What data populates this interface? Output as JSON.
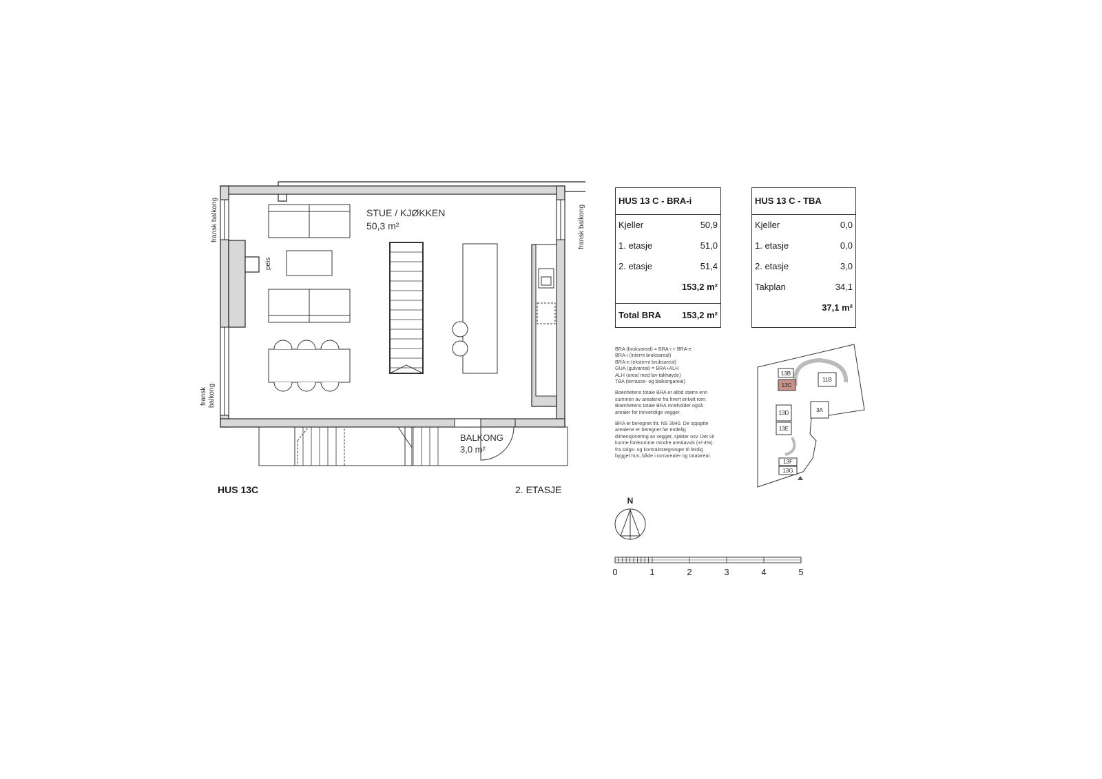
{
  "plan": {
    "room_name": "STUE / KJØKKEN",
    "room_area": "50,3 m²",
    "balcony_name": "BALKONG",
    "balcony_area": "3,0 m²",
    "fireplace": "peis",
    "french_balcony_1": "fransk balkong",
    "french_balcony_2": "fransk balkong",
    "french_balcony_3a": "fransk",
    "french_balcony_3b": "balkong",
    "house": "HUS 13C",
    "floor": "2. ETASJE"
  },
  "table_bra": {
    "title": "HUS 13 C - BRA-i",
    "rows": [
      {
        "label": "Kjeller",
        "value": "50,9"
      },
      {
        "label": "1. etasje",
        "value": "51,0"
      },
      {
        "label": "2. etasje",
        "value": "51,4"
      }
    ],
    "sum": "153,2 m²",
    "total_label": "Total BRA",
    "total_value": "153,2 m²"
  },
  "table_tba": {
    "title": "HUS 13 C - TBA",
    "rows": [
      {
        "label": "Kjeller",
        "value": "0,0"
      },
      {
        "label": "1. etasje",
        "value": "0,0"
      },
      {
        "label": "2. etasje",
        "value": "3,0"
      },
      {
        "label": "Takplan",
        "value": "34,1"
      }
    ],
    "sum": "37,1 m²"
  },
  "notes": {
    "p1": "BRA (bruksareal) = BRA-i + BRA-e\nBRA-i (internt bruksareal)\nBRA-e (eksternt bruksareal)\nGUA (gulvareal) = BRA+ALH\nALH (areal med lav takhøyde)\nTBA (terrasse- og balkongareal)",
    "p2": "Boenhetens totale BRA er alltid større enn summen av arealene fra hvert enkelt rom.\nBoenhetens totale BRA inneholder også arealer for innvendige vegger.",
    "p3": "BRA er beregnet iht. NS 3940. De oppgitte arealene er beregnet før endelig dimensjonering av vegger, sjakter osv. Det vil kunne forekomme mindre arealavvik (+/-4%) fra salgs- og kontraktstegninger til ferdig bygget hus, både i romarealer og totalareal."
  },
  "site_plan": {
    "houses": [
      "13B",
      "13C",
      "11B",
      "13D",
      "3A",
      "13E",
      "13F",
      "13G"
    ],
    "highlight": "13C",
    "highlight_color": "#c9908a"
  },
  "north": "N",
  "scale": {
    "labels": [
      "0",
      "1",
      "2",
      "3",
      "4",
      "5"
    ]
  }
}
